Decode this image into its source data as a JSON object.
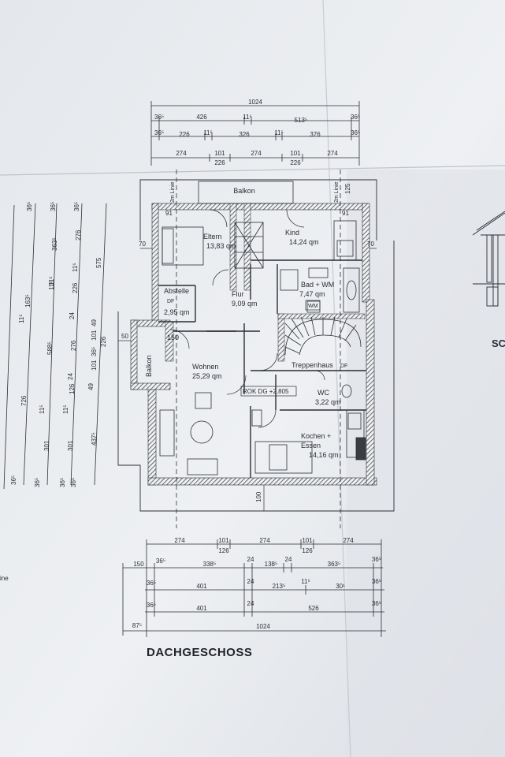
{
  "floor_title": "DACHGESCHOSS",
  "section_label": "SC",
  "left_edge_label": "ine",
  "top_dims": {
    "row1": [
      "1024"
    ],
    "row2": [
      "36⁵",
      "426",
      "11⁵",
      "513⁵",
      "36⁵"
    ],
    "row3": [
      "36⁵",
      "226",
      "11⁵",
      "326",
      "11⁵",
      "376",
      "36⁵"
    ],
    "row4": [
      "274",
      "101",
      "226",
      "274",
      "101",
      "226",
      "274"
    ]
  },
  "bottom_dims": {
    "row1": [
      "274",
      "101",
      "126",
      "274",
      "101",
      "126",
      "274"
    ],
    "row2": [
      "150",
      "36⁵",
      "338⁵",
      "24",
      "138⁵",
      "24",
      "363⁵",
      "36⁵"
    ],
    "row3": [
      "36⁵",
      "401",
      "24",
      "213⁵",
      "11⁵",
      "30¹",
      "36⁵"
    ],
    "row4": [
      "36⁵",
      "401",
      "24",
      "526",
      "36⁵"
    ],
    "row5": [
      "87⁵",
      "1024"
    ]
  },
  "left_dims": {
    "col1": [
      "36⁵",
      "726",
      "11⁵",
      "1"
    ],
    "col2": [
      "36⁵",
      "588⁵",
      "11⁵",
      "163⁵",
      "11⁵",
      "301",
      "36⁵"
    ],
    "col3": [
      "36⁵",
      "363⁵",
      "11⁵",
      "276",
      "11⁵",
      "301",
      "36⁵"
    ],
    "col4": [
      "36⁵",
      "276",
      "11⁵",
      "226",
      "24",
      "126",
      "24",
      "49",
      "101",
      "36⁵",
      "101",
      "49",
      "36⁵"
    ],
    "col5": [
      "575",
      "226",
      "437⁵"
    ]
  },
  "side_dims": {
    "left_70": "70",
    "right_70": "70",
    "left_50": "50",
    "balkon_150": "150",
    "right_125": "125",
    "bottom_100": "100"
  },
  "line_labels": {
    "left": "2m Linie",
    "right": "2m Linie"
  },
  "rooms": {
    "balkon_top": "Balkon",
    "eltern": {
      "name": "Eltern",
      "area": "13,83 qm"
    },
    "kind": {
      "name": "Kind",
      "area": "14,24 qm"
    },
    "abstelle": {
      "name": "Abstelle",
      "area": "2,95 qm",
      "tag": "DF"
    },
    "flur": {
      "name": "Flur",
      "area": "9,09 qm"
    },
    "bad": {
      "name": "Bad + WM",
      "area": "7,47 qm",
      "tag": "WM"
    },
    "balkon_left": "Balkon",
    "wohnen": {
      "name": "Wohnen",
      "area": "25,29 qm"
    },
    "treppenhaus": {
      "name": "Treppenhaus",
      "tag": "DF"
    },
    "wc": {
      "name": "WC",
      "area": "3,22 qm"
    },
    "kochen": {
      "name": "Kochen +",
      "name2": "Essen",
      "area": "14,16 qm"
    },
    "rok": "ROK DG  +2,805",
    "small_91_left": "91",
    "small_91_right": "91"
  },
  "colors": {
    "paper": "#e9ecef",
    "ink": "#2a2d33",
    "wall_hatch": "#55585e"
  }
}
